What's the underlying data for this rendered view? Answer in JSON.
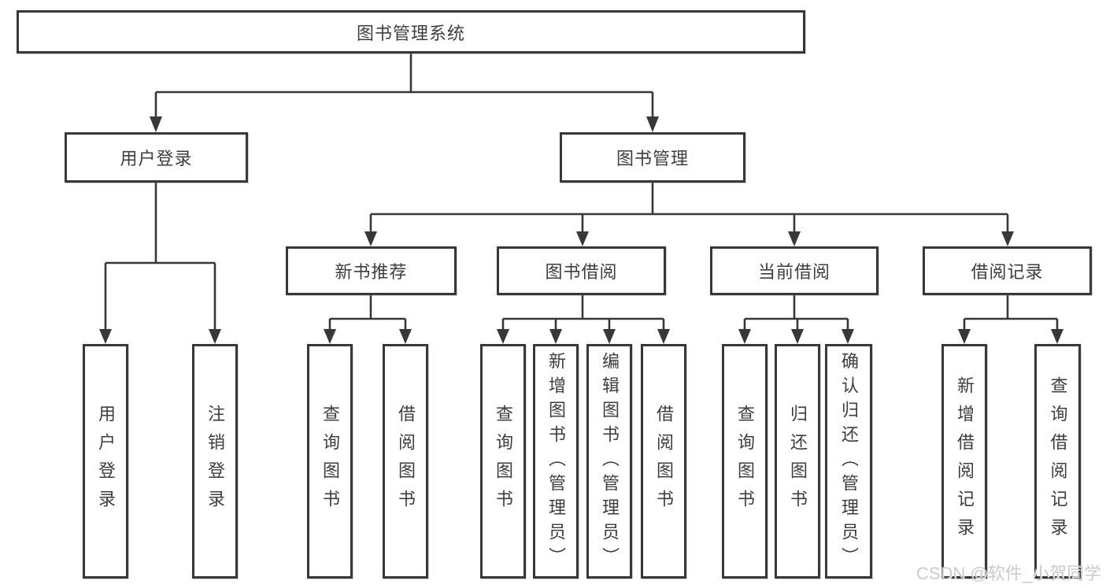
{
  "diagram": {
    "title": "图书管理系统",
    "root": {
      "label": "图书管理系统"
    },
    "level2": [
      {
        "id": "user-login",
        "label": "用户登录"
      },
      {
        "id": "book-management",
        "label": "图书管理"
      }
    ],
    "level3": [
      {
        "id": "new-book-recommend",
        "label": "新书推荐",
        "parent": "book-management"
      },
      {
        "id": "book-borrowing",
        "label": "图书借阅",
        "parent": "book-management"
      },
      {
        "id": "current-borrowing",
        "label": "当前借阅",
        "parent": "book-management"
      },
      {
        "id": "borrowing-records",
        "label": "借阅记录",
        "parent": "book-management"
      }
    ],
    "leaves": [
      {
        "id": "user-login-leaf",
        "label": "用户登录",
        "parent": "user-login"
      },
      {
        "id": "logout",
        "label": "注销登录",
        "parent": "user-login"
      },
      {
        "id": "query-books-recommend",
        "label": "查询图书",
        "parent": "new-book-recommend"
      },
      {
        "id": "borrow-books-recommend",
        "label": "借阅图书",
        "parent": "new-book-recommend"
      },
      {
        "id": "query-books-borrowing",
        "label": "查询图书",
        "parent": "book-borrowing"
      },
      {
        "id": "add-book-admin",
        "label": "新增图书（管理员）",
        "parent": "book-borrowing"
      },
      {
        "id": "edit-book-admin",
        "label": "编辑图书（管理员）",
        "parent": "book-borrowing"
      },
      {
        "id": "borrow-books-borrowing",
        "label": "借阅图书",
        "parent": "book-borrowing"
      },
      {
        "id": "query-books-current",
        "label": "查询图书",
        "parent": "current-borrowing"
      },
      {
        "id": "return-book",
        "label": "归还图书",
        "parent": "current-borrowing"
      },
      {
        "id": "confirm-return-admin",
        "label": "确认归还（管理员）",
        "parent": "current-borrowing"
      },
      {
        "id": "add-borrow-record",
        "label": "新增借阅记录",
        "parent": "borrowing-records"
      },
      {
        "id": "query-borrow-record",
        "label": "查询借阅记录",
        "parent": "borrowing-records"
      }
    ]
  },
  "colors": {
    "line": "#383838",
    "text": "#3d3d42",
    "background": "#ffffff",
    "watermark": "#c7c7c7"
  },
  "watermark": "CSDN @软件_小贺同学"
}
